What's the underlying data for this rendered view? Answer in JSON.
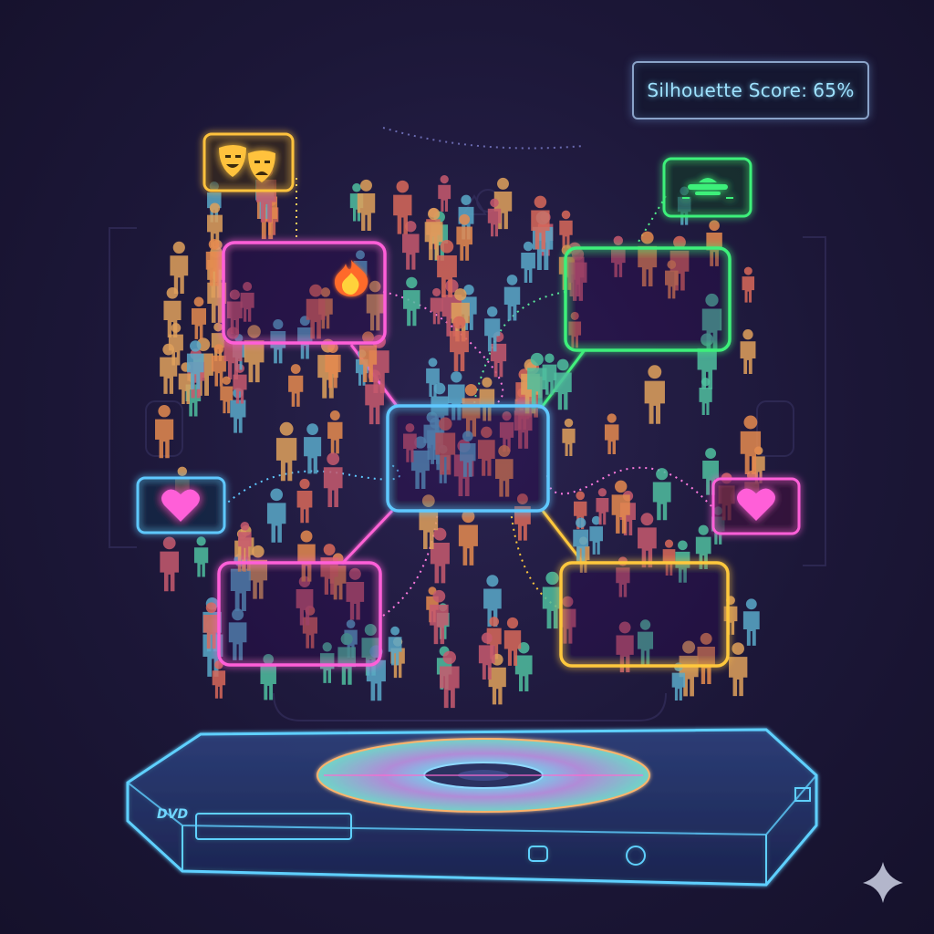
{
  "metric": {
    "label": "Silhouette Score:",
    "value": "65%"
  },
  "palette": {
    "background": "#1c1738",
    "pink": "#ff5fd8",
    "green": "#3df07a",
    "blue": "#5fc8ff",
    "orange": "#ffc83d",
    "people": [
      "#e0a15c",
      "#5aa9c9",
      "#d9695a",
      "#4fbf9f",
      "#c75a6e",
      "#e58a4f"
    ]
  },
  "clusters": [
    {
      "id": "drama",
      "color": "pink",
      "icon": "fire-icon",
      "genre_icon": "theater-masks-icon"
    },
    {
      "id": "scifi",
      "color": "green",
      "icon": "ufo-icon"
    },
    {
      "id": "center",
      "color": "blue"
    },
    {
      "id": "romance-left",
      "color": "pink",
      "icon": "heart-icon"
    },
    {
      "id": "romance-right",
      "color": "orange",
      "icon": "heart-icon"
    }
  ],
  "device": {
    "label": "DVD"
  }
}
